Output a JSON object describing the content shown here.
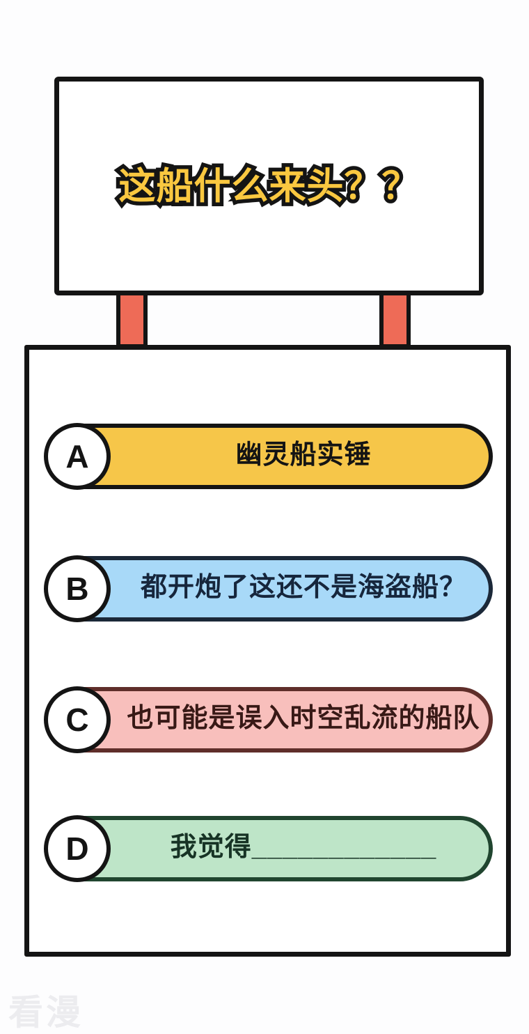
{
  "page": {
    "background": "#FDFDFE",
    "watermark": "看漫"
  },
  "sign": {
    "title": "这船什么来头？？",
    "title_fill_color": "#FAC840",
    "title_outline_color": "#141414",
    "post_color": "#EE6B57",
    "border_color": "#141414"
  },
  "poll": {
    "options": [
      {
        "letter": "A",
        "label": "幽灵船实锤",
        "fill": "#F6C649",
        "border": "#141414",
        "text_color": "#141414"
      },
      {
        "letter": "B",
        "label": "都开炮了这还不是海盗船？",
        "fill": "#A8D9F8",
        "border": "#1B2838",
        "text_color": "#16263C"
      },
      {
        "letter": "C",
        "label": "也可能是误入时空乱流的船队",
        "fill": "#F8BFBC",
        "border": "#5F2E2A",
        "text_color": "#381916"
      },
      {
        "letter": "D",
        "label": "我觉得____________",
        "fill": "#BEE5C8",
        "border": "#20452F",
        "text_color": "#173325"
      }
    ]
  }
}
